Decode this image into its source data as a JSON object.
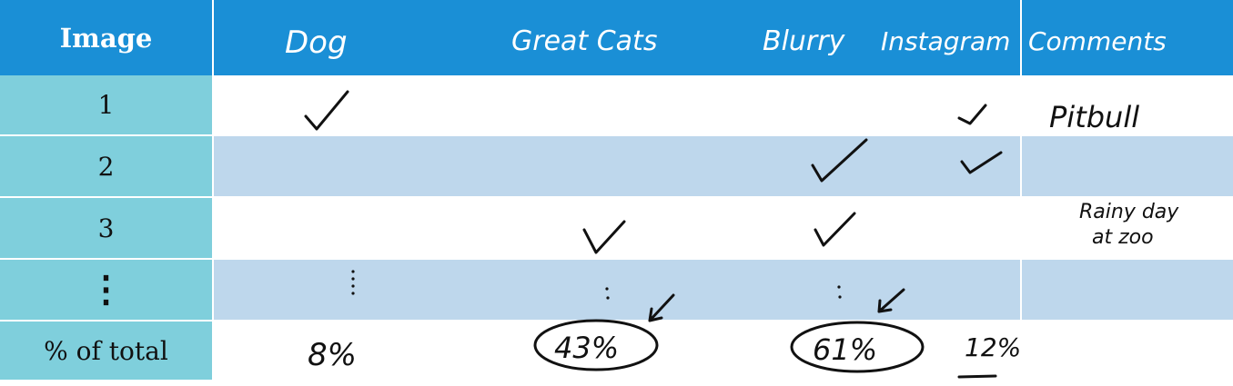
{
  "table": {
    "header_label": "Image",
    "columns": [
      "Dog",
      "Great Cats",
      "Blurry",
      "Instagram",
      "Comments"
    ],
    "rows": [
      {
        "id": "1",
        "checks": {
          "Dog": true,
          "Great Cats": false,
          "Blurry": false,
          "Instagram": true
        },
        "comment": "Pitbull"
      },
      {
        "id": "2",
        "checks": {
          "Dog": false,
          "Great Cats": false,
          "Blurry": true,
          "Instagram": true
        },
        "comment": ""
      },
      {
        "id": "3",
        "checks": {
          "Dog": false,
          "Great Cats": true,
          "Blurry": true,
          "Instagram": false
        },
        "comment_line1": "Rainy day",
        "comment_line2": "at zoo"
      },
      {
        "id": "⋮",
        "ellipsis": true
      }
    ],
    "total_label": "% of total",
    "totals": {
      "Dog": "8%",
      "Great Cats": "43%",
      "Blurry": "61%",
      "Instagram": "12%"
    },
    "highlighted_totals": [
      "Great Cats",
      "Blurry"
    ]
  },
  "colors": {
    "header_bg": "#1a8fd6",
    "id_col_bg": "#7fcfdc",
    "band_bg": "#bed7ec",
    "ink": "#111111"
  }
}
